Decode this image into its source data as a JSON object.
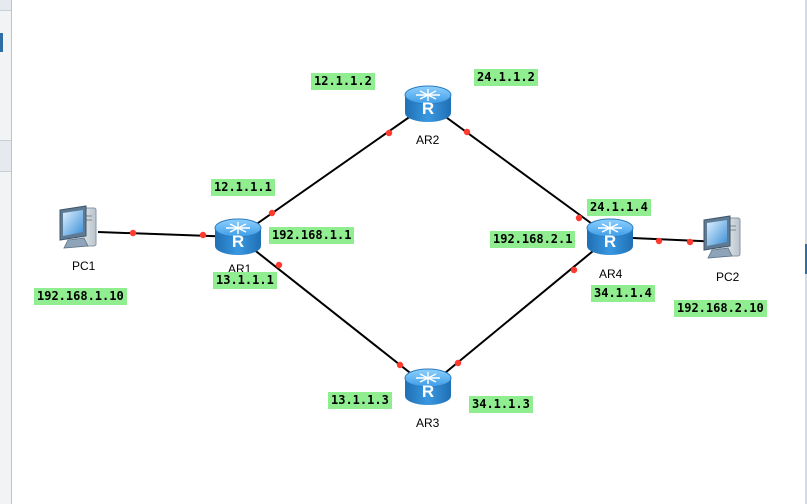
{
  "devices": {
    "ar1": {
      "name": "AR1",
      "icon": "router-icon"
    },
    "ar2": {
      "name": "AR2",
      "icon": "router-icon"
    },
    "ar3": {
      "name": "AR3",
      "icon": "router-icon"
    },
    "ar4": {
      "name": "AR4",
      "icon": "router-icon"
    },
    "pc1": {
      "name": "PC1",
      "icon": "pc-icon"
    },
    "pc2": {
      "name": "PC2",
      "icon": "pc-icon"
    }
  },
  "links": [
    {
      "from": "PC1",
      "to": "AR1"
    },
    {
      "from": "AR1",
      "to": "AR2"
    },
    {
      "from": "AR1",
      "to": "AR3"
    },
    {
      "from": "AR2",
      "to": "AR4"
    },
    {
      "from": "AR3",
      "to": "AR4"
    },
    {
      "from": "AR4",
      "to": "PC2"
    }
  ],
  "ip_labels": {
    "ar2_g0": "12.1.1.2",
    "ar2_g1": "24.1.1.2",
    "ar1_g0": "12.1.1.1",
    "ar1_lan": "192.168.1.1",
    "ar1_g1": "13.1.1.1",
    "pc1": "192.168.1.10",
    "ar4_g0": "24.1.1.4",
    "ar4_lan": "192.168.2.1",
    "ar4_g1": "34.1.1.4",
    "pc2": "192.168.2.10",
    "ar3_g0": "13.1.1.3",
    "ar3_g1": "34.1.1.3"
  },
  "colors": {
    "label_bg": "#90ee90",
    "link": "#000000",
    "port_dot": "#ff3b30",
    "router_body": "#2e8fd8"
  }
}
